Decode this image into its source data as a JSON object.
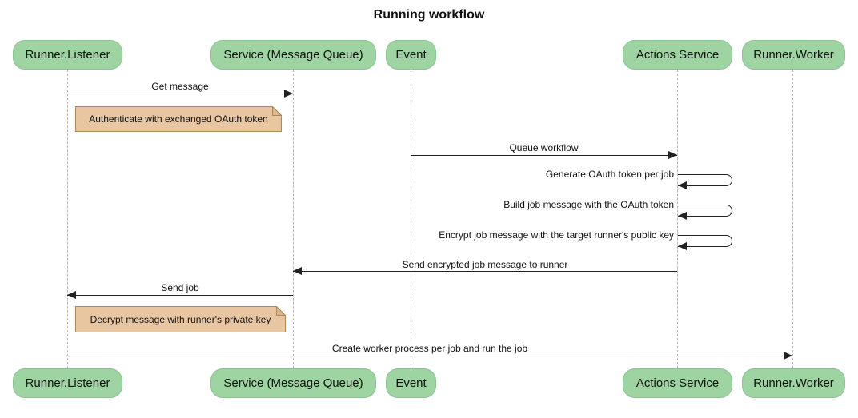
{
  "title": "Running workflow",
  "diagram_type": "sequence",
  "participants": [
    {
      "id": "runner-listener",
      "label": "Runner.Listener"
    },
    {
      "id": "service-message-queue",
      "label": "Service (Message Queue)"
    },
    {
      "id": "event",
      "label": "Event"
    },
    {
      "id": "actions-service",
      "label": "Actions Service"
    },
    {
      "id": "runner-worker",
      "label": "Runner.Worker"
    }
  ],
  "messages": [
    {
      "type": "arrow",
      "from": "Runner.Listener",
      "to": "Service (Message Queue)",
      "text": "Get message"
    },
    {
      "type": "note",
      "over": "Runner.Listener",
      "text": "Authenticate with exchanged OAuth token"
    },
    {
      "type": "arrow",
      "from": "Event",
      "to": "Actions Service",
      "text": "Queue workflow"
    },
    {
      "type": "self",
      "on": "Actions Service",
      "text": "Generate OAuth token per job"
    },
    {
      "type": "self",
      "on": "Actions Service",
      "text": "Build job message with the OAuth token"
    },
    {
      "type": "self",
      "on": "Actions Service",
      "text": "Encrypt job message with the target runner's public key"
    },
    {
      "type": "arrow",
      "from": "Actions Service",
      "to": "Service (Message Queue)",
      "text": "Send encrypted job message to runner"
    },
    {
      "type": "arrow",
      "from": "Service (Message Queue)",
      "to": "Runner.Listener",
      "text": "Send job"
    },
    {
      "type": "note",
      "over": "Runner.Listener",
      "text": "Decrypt message with runner's private key"
    },
    {
      "type": "arrow",
      "from": "Runner.Listener",
      "to": "Runner.Worker",
      "text": "Create worker process per job and run the job"
    }
  ],
  "colors": {
    "actor_fill": "#9ED3A2",
    "actor_border": "#8AC492",
    "note_fill": "#E9C6A2",
    "note_fold": "#DCB88E",
    "note_border": "#AB8A55",
    "line_color": "#222222",
    "lifeline_color": "#B9B9B9",
    "text_color": "#111111",
    "background": "#FFFFFF"
  }
}
